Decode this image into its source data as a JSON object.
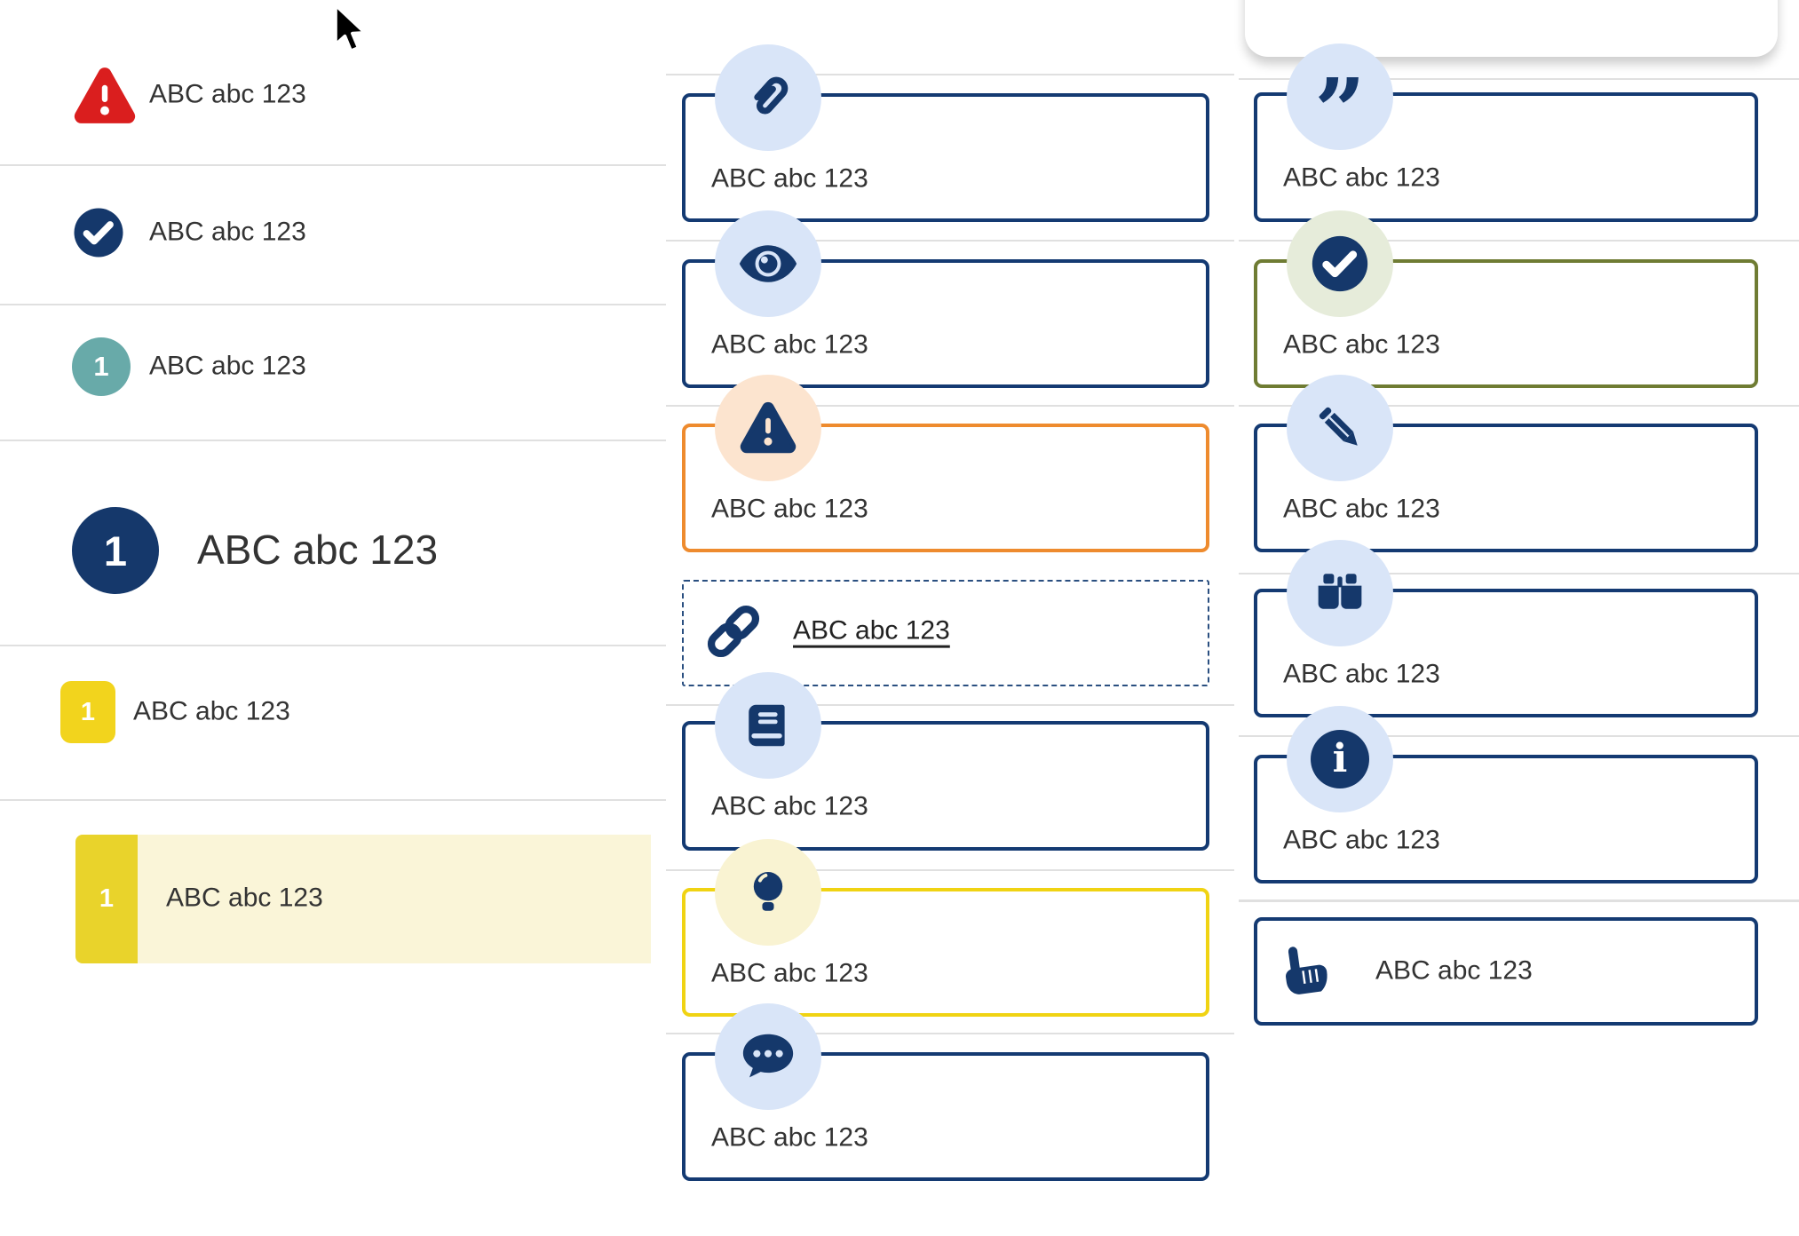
{
  "left_list": {
    "items": [
      {
        "icon": "alert-triangle",
        "label": "ABC abc 123"
      },
      {
        "icon": "check-circle",
        "label": "ABC abc 123"
      },
      {
        "icon": "number-badge-teal",
        "number": "1",
        "label": "ABC abc 123"
      },
      {
        "icon": "number-badge-large-navy",
        "number": "1",
        "label": "ABC abc 123"
      },
      {
        "icon": "number-badge-yellow",
        "number": "1",
        "label": "ABC abc 123"
      },
      {
        "icon": "number-badge-yellow-highlight",
        "number": "1",
        "label": "ABC abc 123",
        "highlighted": true
      }
    ]
  },
  "middle_callouts": {
    "items": [
      {
        "icon": "paperclip",
        "variant": "navy",
        "label": "ABC abc 123"
      },
      {
        "icon": "eye",
        "variant": "navy",
        "label": "ABC abc 123"
      },
      {
        "icon": "alert-triangle",
        "variant": "orange",
        "label": "ABC abc 123"
      },
      {
        "icon": "link",
        "variant": "dashed",
        "label": "ABC abc 123",
        "underlined": true
      },
      {
        "icon": "book",
        "variant": "navy",
        "label": "ABC abc 123"
      },
      {
        "icon": "lightbulb",
        "variant": "yellow",
        "label": "ABC abc 123"
      },
      {
        "icon": "comment",
        "variant": "navy",
        "label": "ABC abc 123"
      }
    ]
  },
  "right_callouts": {
    "items": [
      {
        "icon": "quote",
        "variant": "navy",
        "label": "ABC abc 123",
        "glyph": "”"
      },
      {
        "icon": "check-circle",
        "variant": "olive",
        "label": "ABC abc 123"
      },
      {
        "icon": "pencil",
        "variant": "navy",
        "label": "ABC abc 123"
      },
      {
        "icon": "binoculars",
        "variant": "navy",
        "label": "ABC abc 123"
      },
      {
        "icon": "info",
        "variant": "navy",
        "label": "ABC abc 123",
        "glyph": "i"
      },
      {
        "icon": "hand-pointer",
        "variant": "navy-inline",
        "label": "ABC abc 123"
      }
    ]
  },
  "colors": {
    "navy": "#15386b",
    "border_navy": "#143a72",
    "red": "#da1e1e",
    "teal": "#68aaa9",
    "yellow": "#f2d41d",
    "highlight_yellow": "#e9d32b",
    "highlight_row_bg": "#faf5d8",
    "orange": "#ee8b2e",
    "olive": "#6f7c33",
    "bulb_yellow": "#f0d313",
    "badge_blue": "#d9e5f8",
    "badge_peach": "#fce4cf",
    "badge_pale_yellow": "#f9f3d2",
    "badge_pale_green": "#e6ecda",
    "divider": "#e0e0e0",
    "text": "#333333"
  }
}
